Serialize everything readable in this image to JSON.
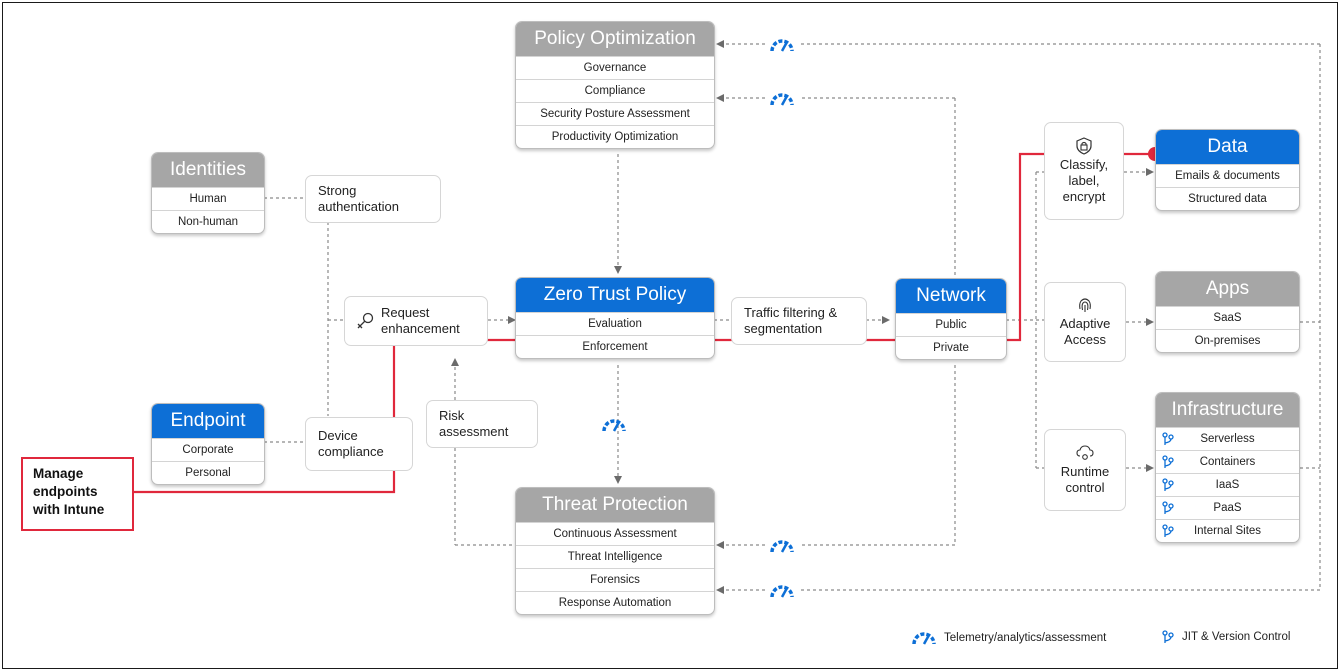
{
  "policy_optimization": {
    "title": "Policy Optimization",
    "items": [
      "Governance",
      "Compliance",
      "Security Posture Assessment",
      "Productivity Optimization"
    ]
  },
  "identities": {
    "title": "Identities",
    "items": [
      "Human",
      "Non-human"
    ]
  },
  "endpoint": {
    "title": "Endpoint",
    "items": [
      "Corporate",
      "Personal"
    ]
  },
  "zero_trust_policy": {
    "title": "Zero Trust Policy",
    "items": [
      "Evaluation",
      "Enforcement"
    ]
  },
  "network": {
    "title": "Network",
    "items": [
      "Public",
      "Private"
    ]
  },
  "threat_protection": {
    "title": "Threat Protection",
    "items": [
      "Continuous Assessment",
      "Threat Intelligence",
      "Forensics",
      "Response Automation"
    ]
  },
  "data": {
    "title": "Data",
    "items": [
      "Emails & documents",
      "Structured data"
    ]
  },
  "apps": {
    "title": "Apps",
    "items": [
      "SaaS",
      "On-premises"
    ]
  },
  "infrastructure": {
    "title": "Infrastructure",
    "items": [
      "Serverless",
      "Containers",
      "IaaS",
      "PaaS",
      "Internal Sites"
    ]
  },
  "labels": {
    "strong_auth": "Strong authentication",
    "request_enh": "Request enhancement",
    "device_compliance": "Device compliance",
    "risk_assessment": "Risk assessment",
    "traffic_filtering": "Traffic filtering & segmentation",
    "classify": "Classify, label, encrypt",
    "adaptive": "Adaptive Access",
    "runtime": "Runtime control"
  },
  "callout": {
    "text": "Manage endpoints with Intune"
  },
  "legend": {
    "telemetry": "Telemetry/analytics/assessment",
    "jit": "JIT & Version Control"
  },
  "colors": {
    "blue_header": "#0d6fd6",
    "grey_header": "#a6a6a6",
    "highlight": "#e0283c"
  },
  "icons": [
    "telemetry-gauge-icon",
    "jit-branch-icon",
    "key-icon",
    "lock-shield-icon",
    "fingerprint-icon",
    "cloud-gear-icon"
  ]
}
